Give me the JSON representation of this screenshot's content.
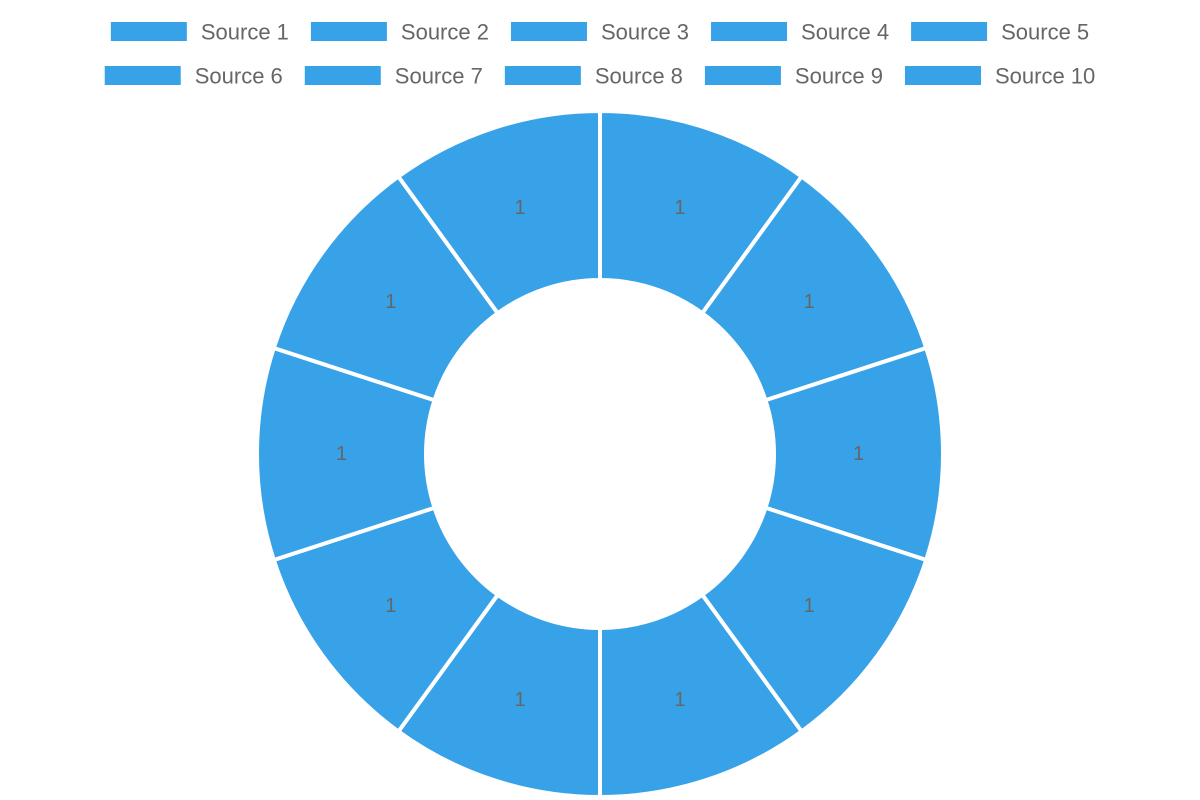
{
  "colors": {
    "slice": "#37a2e8",
    "border": "#ffffff",
    "text": "#666666"
  },
  "chart_data": {
    "type": "pie",
    "variant": "doughnut",
    "categories": [
      "Source 1",
      "Source 2",
      "Source 3",
      "Source 4",
      "Source 5",
      "Source 6",
      "Source 7",
      "Source 8",
      "Source 9",
      "Source 10"
    ],
    "values": [
      1,
      1,
      1,
      1,
      1,
      1,
      1,
      1,
      1,
      1
    ],
    "data_labels": [
      "1",
      "1",
      "1",
      "1",
      "1",
      "1",
      "1",
      "1",
      "1",
      "1"
    ],
    "legend_position": "top"
  }
}
